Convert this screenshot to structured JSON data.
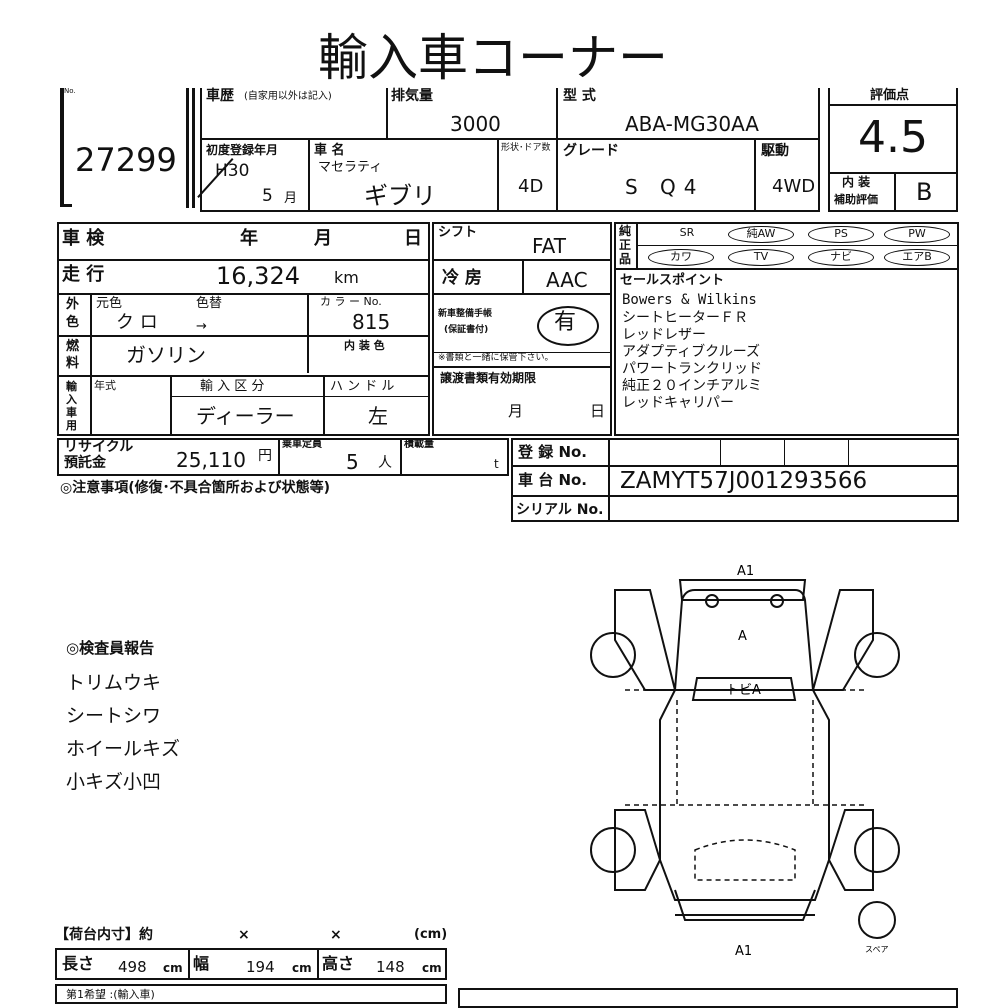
{
  "title": "輸入車コーナー",
  "lot": {
    "no_label": "No.",
    "number": "27299"
  },
  "history": {
    "label": "車歴",
    "note": "(自家用以外は記入)"
  },
  "displacement": {
    "label": "排気量",
    "value": "3000"
  },
  "model_type": {
    "label": "型 式",
    "value": "ABA-MG30AA"
  },
  "score": {
    "label": "評価点",
    "value": "4.5",
    "interior_label_1": "内 装",
    "interior_label_2": "補助評価",
    "interior_value": "B"
  },
  "first_reg": {
    "label": "初度登録年月",
    "era": "H30",
    "month": "5",
    "month_unit": "月"
  },
  "car_name": {
    "label": "車 名",
    "maker": "マセラティ",
    "model": "ギブリ"
  },
  "body_doors": {
    "label": "形状･ドア数",
    "value": "4D"
  },
  "grade": {
    "label": "グレード",
    "value": "S Q4"
  },
  "drive": {
    "label": "駆動",
    "value": "4WD"
  },
  "inspection": {
    "label": "車 検",
    "year": "年",
    "month": "月",
    "day": "日"
  },
  "shift": {
    "label": "シフト",
    "value": "FAT"
  },
  "mileage": {
    "label": "走 行",
    "value": "16,324",
    "unit": "km"
  },
  "aircon": {
    "label": "冷 房",
    "value": "AAC"
  },
  "color": {
    "ext_label_1": "外",
    "ext_label_2": "色",
    "orig_label": "元色",
    "orig_value": "ク ロ",
    "change_label": "色替",
    "change_value": "→",
    "code_label": "カ ラ ー No.",
    "code_value": "815",
    "interior_label": "内 装 色"
  },
  "service_book": {
    "label_1": "新車整備手帳",
    "label_2": "(保証書付)",
    "value": "有",
    "note": "※書類と一緒に保管下さい。"
  },
  "fuel": {
    "label_1": "燃",
    "label_2": "料",
    "value": "ガソリン"
  },
  "import_car": {
    "label": "輸入車用",
    "year_label": "年式",
    "type_label": "輸 入 区 分",
    "type_value": "ディーラー",
    "handle_label": "ハ ン ド ル",
    "handle_value": "左"
  },
  "transfer_docs": {
    "label": "譲渡書類有効期限",
    "month": "月",
    "day": "日"
  },
  "genuine_label": "純正品",
  "equipment_row1": [
    "SR",
    "純AW",
    "PS",
    "PW"
  ],
  "equipment_row2": [
    "カワ",
    "TV",
    "ナビ",
    "エアB"
  ],
  "sales_points": {
    "label": "セールスポイント",
    "items": [
      "Bowers & Wilkins",
      "シートヒーターＦＲ",
      "レッドレザー",
      "アダプティブクルーズ",
      "パワートランクリッド",
      "純正２０インチアルミ",
      "レッドキャリパー"
    ]
  },
  "recycle": {
    "label_1": "リサイクル",
    "label_2": "預託金",
    "value": "25,110",
    "unit": "円"
  },
  "capacity": {
    "label": "乗車定員",
    "value": "5",
    "unit": "人"
  },
  "load": {
    "label": "積載量",
    "unit": "t"
  },
  "registration": {
    "reg_label": "登 録 No.",
    "chassis_label": "車 台 No.",
    "chassis_value": "ZAMYT57J001293566",
    "serial_label": "シリアル No."
  },
  "notes_label": "◎注意事項(修復･不具合箇所および状態等)",
  "inspector": {
    "label": "◎検査員報告",
    "items": [
      "トリムウキ",
      "シートシワ",
      "ホイールキズ",
      "小キズ小凹"
    ]
  },
  "diagram": {
    "top_label": "A1",
    "bottom_label": "A1",
    "hood_label": "A",
    "roof_label": "トビA",
    "spare_label": "スペア"
  },
  "cargo": {
    "label": "【荷台内寸】約",
    "x1": "×",
    "x2": "×",
    "unit": "(cm)",
    "length_label": "長さ",
    "length_value": "498",
    "width_label": "幅",
    "width_value": "194",
    "height_label": "高さ",
    "height_value": "148",
    "cm": "cm"
  },
  "first_choice": "第1希望 :(輸入車)"
}
